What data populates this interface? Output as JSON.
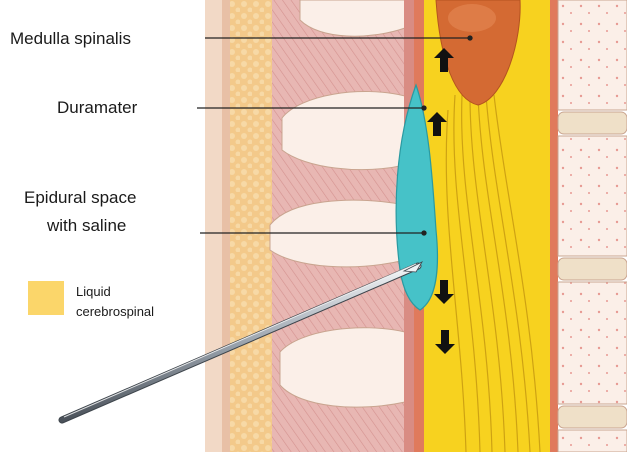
{
  "labels": {
    "medulla": "Medulla spinalis",
    "duramater": "Duramater",
    "epidural_line1": "Epidural space",
    "epidural_line2": "with saline",
    "legend_line1": "Liquid",
    "legend_line2": "cerebrospinal"
  },
  "colors": {
    "csf": "#f7d21f",
    "legend_swatch": "#fbd66a",
    "saline": "#46c2c8",
    "dura": "#e07a5c",
    "cord": "#d46a33",
    "muscle": "#e6b3b0",
    "bone": "#f8ece6",
    "fat": "#f3c98a"
  },
  "icons": [
    "arrow-up-icon",
    "arrow-down-icon",
    "needle-icon"
  ]
}
